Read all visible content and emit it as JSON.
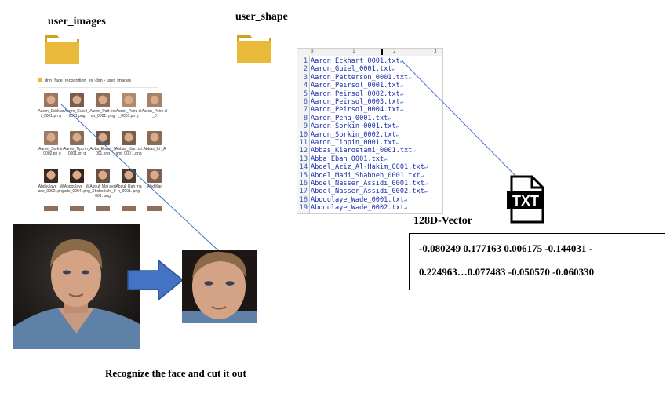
{
  "labels": {
    "user_images": "user_images",
    "user_shape": "user_shape",
    "vector_title": "128D-Vector",
    "caption": "Recognize the face and cut it out"
  },
  "explorer": {
    "breadcrumb": "dnn_face_recognition_ex  ›  bin  ›  user_images",
    "thumbnails": [
      {
        "caption": "Aaron_Eckh art_0001.pn g",
        "color": "#9c7560"
      },
      {
        "caption": "Aaron_Guie l_0001.png",
        "color": "#7a5c4c"
      },
      {
        "caption": "Aaron_Patt erson_0001. png",
        "color": "#8f6d55"
      },
      {
        "caption": "Aaron_Peirs ol_0001.pn g",
        "color": "#b08a6e"
      },
      {
        "caption": "Aaron_Peirs ol_0",
        "color": "#a88063"
      },
      {
        "caption": "Aaron_Sork in_0002.pn g",
        "color": "#9d7a64"
      },
      {
        "caption": "Aaron_Tipp in_0001.pn g",
        "color": "#8a6a58"
      },
      {
        "caption": "Abba_Eban _0001.png",
        "color": "#6f5446"
      },
      {
        "caption": "Abbas_Kiar ostami_000 1.png",
        "color": "#7b5f4d"
      },
      {
        "caption": "Abbas_Ki _A",
        "color": "#8c6b55"
      },
      {
        "caption": "Abdoulaye_ Wade_0002 .png",
        "color": "#3b2a22"
      },
      {
        "caption": "Abdoulaye_ Wade_0004 .png",
        "color": "#33241d"
      },
      {
        "caption": "Abdul_Maj eed_Shobo kshi_0001. png",
        "color": "#6a5040"
      },
      {
        "caption": "Abdul_Rah man_0001. png",
        "color": "#4a3a30"
      },
      {
        "caption": "Abd Kar",
        "color": "#7d6050"
      }
    ]
  },
  "editor": {
    "ruler_marks": [
      "0",
      "1",
      "2",
      "3"
    ],
    "lines": [
      {
        "num": "1",
        "text": "Aaron_Eckhart_0001.txt"
      },
      {
        "num": "2",
        "text": "Aaron_Guiel_0001.txt"
      },
      {
        "num": "3",
        "text": "Aaron_Patterson_0001.txt"
      },
      {
        "num": "4",
        "text": "Aaron_Peirsol_0001.txt"
      },
      {
        "num": "5",
        "text": "Aaron_Peirsol_0002.txt"
      },
      {
        "num": "6",
        "text": "Aaron_Peirsol_0003.txt"
      },
      {
        "num": "7",
        "text": "Aaron_Peirsol_0004.txt"
      },
      {
        "num": "8",
        "text": "Aaron_Pena_0001.txt"
      },
      {
        "num": "9",
        "text": "Aaron_Sorkin_0001.txt"
      },
      {
        "num": "10",
        "text": "Aaron_Sorkin_0002.txt"
      },
      {
        "num": "11",
        "text": "Aaron_Tippin_0001.txt"
      },
      {
        "num": "12",
        "text": "Abbas_Kiarostami_0001.txt"
      },
      {
        "num": "13",
        "text": "Abba_Eban_0001.txt"
      },
      {
        "num": "14",
        "text": "Abdel_Aziz_Al-Hakim_0001.txt"
      },
      {
        "num": "15",
        "text": "Abdel_Madi_Shabneh_0001.txt"
      },
      {
        "num": "16",
        "text": "Abdel_Nasser_Assidi_0001.txt"
      },
      {
        "num": "17",
        "text": "Abdel_Nasser_Assidi_0002.txt"
      },
      {
        "num": "18",
        "text": "Abdoulaye_Wade_0001.txt"
      },
      {
        "num": "19",
        "text": "Abdoulaye_Wade_0002.txt"
      }
    ],
    "return_mark": "↵"
  },
  "txt_icon_label": "TXT",
  "vector": {
    "line1": "-0.080249  0.177163  0.006175  -0.144031  -",
    "line2": "0.224963…0.077483 -0.050570 -0.060330"
  },
  "colors": {
    "folder": "#e9b93a",
    "folder_dark": "#d19f22",
    "arrow_fill": "#4472c4",
    "arrow_stroke": "#2f528f",
    "connector": "#4472c4",
    "editor_text": "#1a2dab"
  }
}
